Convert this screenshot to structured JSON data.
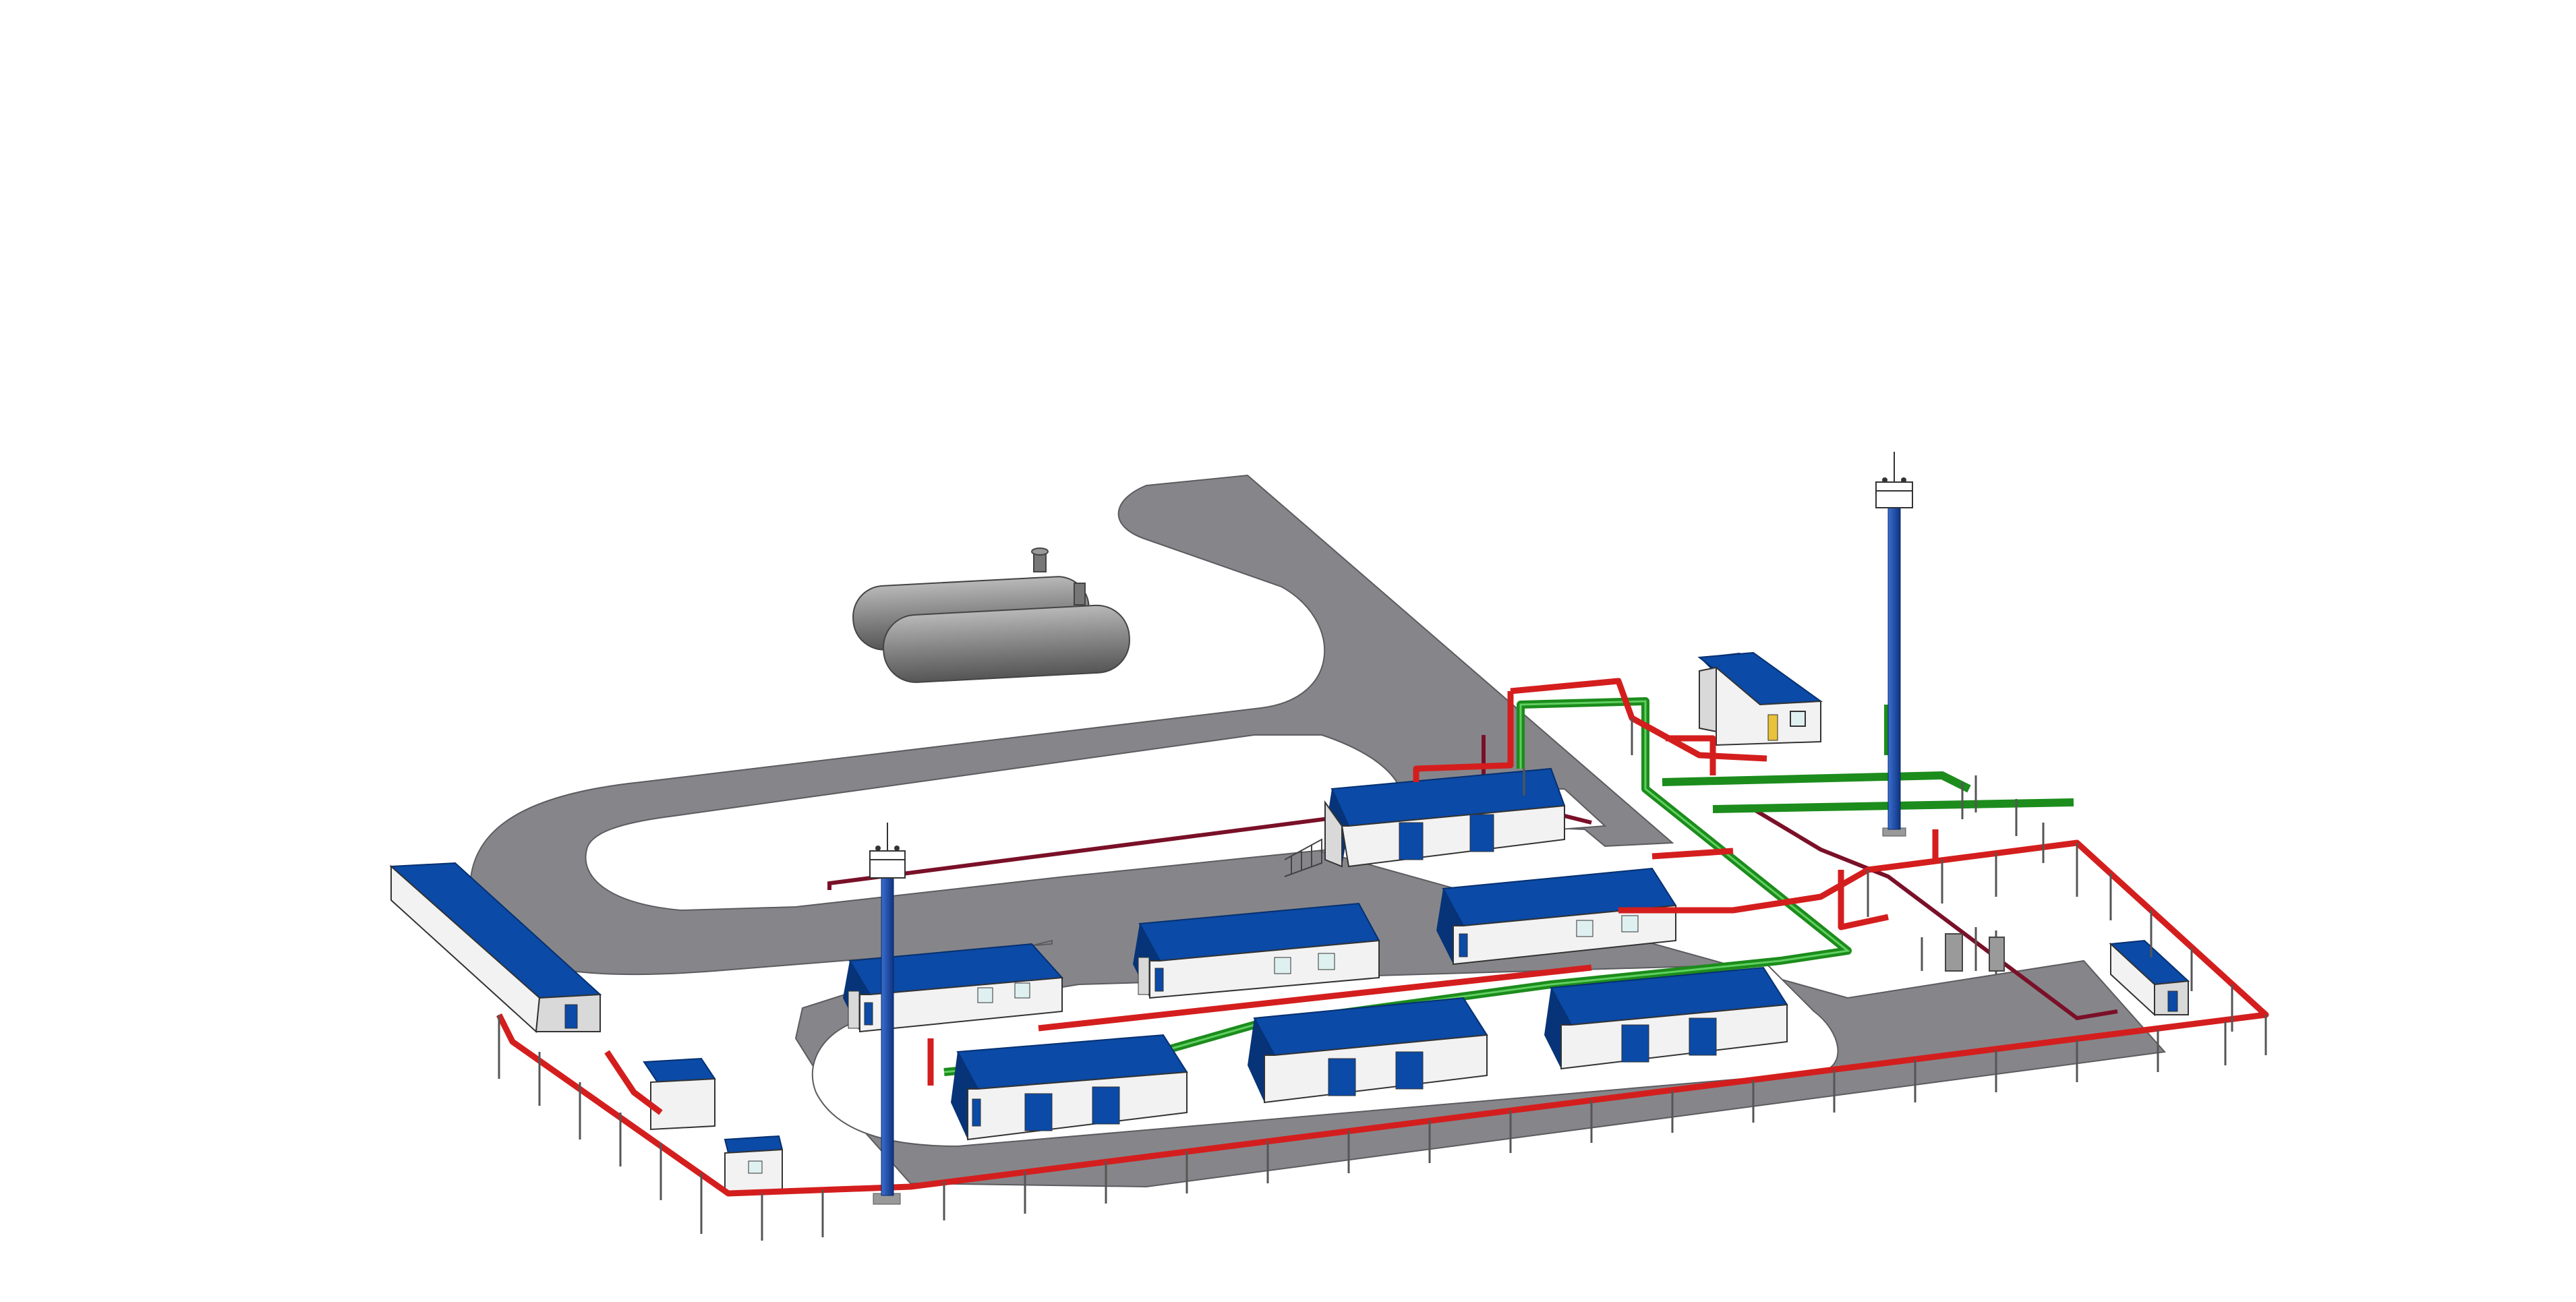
{
  "scene": {
    "background": "#ffffff",
    "colors": {
      "road": "#86868a",
      "road_edge": "#5c5c60",
      "roof": "#0b4aa6",
      "roof_dark": "#073478",
      "wall": "#f2f2f2",
      "wall_shade": "#d9d9d9",
      "door": "#0b4aa6",
      "window": "#dff0f0",
      "pipe_fire": "#d41e1e",
      "pipe_gas": "#1c8c1c",
      "pipe_return": "#7a1028",
      "tank": "#8a8a8a",
      "tank_dark": "#5f5f5f",
      "mast": "#1846a0",
      "post": "#555555"
    },
    "objects": {
      "access_road": "road",
      "storage_tanks": 2,
      "buildings": 11,
      "light_masts": 2,
      "pipelines": [
        "fire-water",
        "gas",
        "return"
      ]
    }
  }
}
